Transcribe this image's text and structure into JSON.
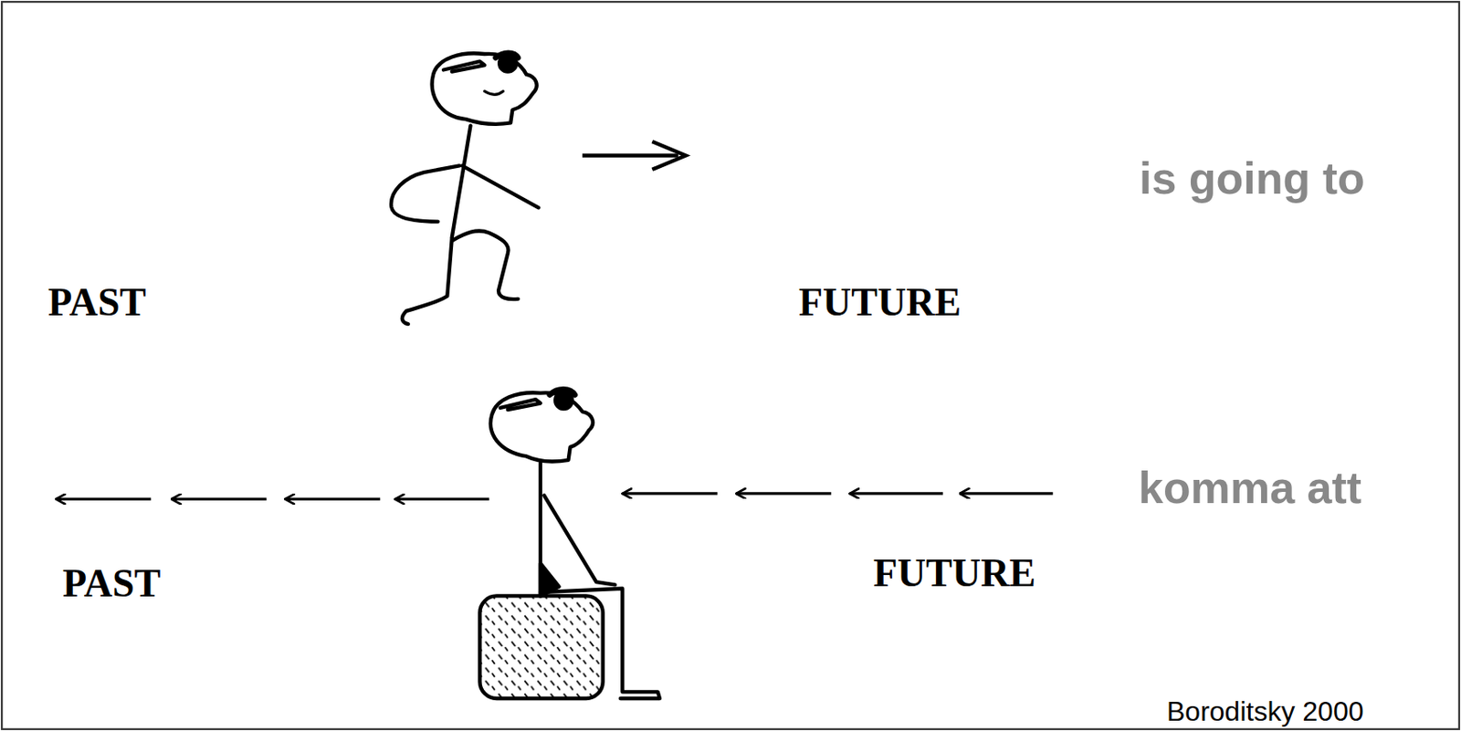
{
  "diagram": {
    "labels": [
      "is going to",
      "PAST",
      "FUTURE",
      "komma att",
      "PAST",
      "FUTURE",
      "Boroditsky 2000"
    ]
  }
}
